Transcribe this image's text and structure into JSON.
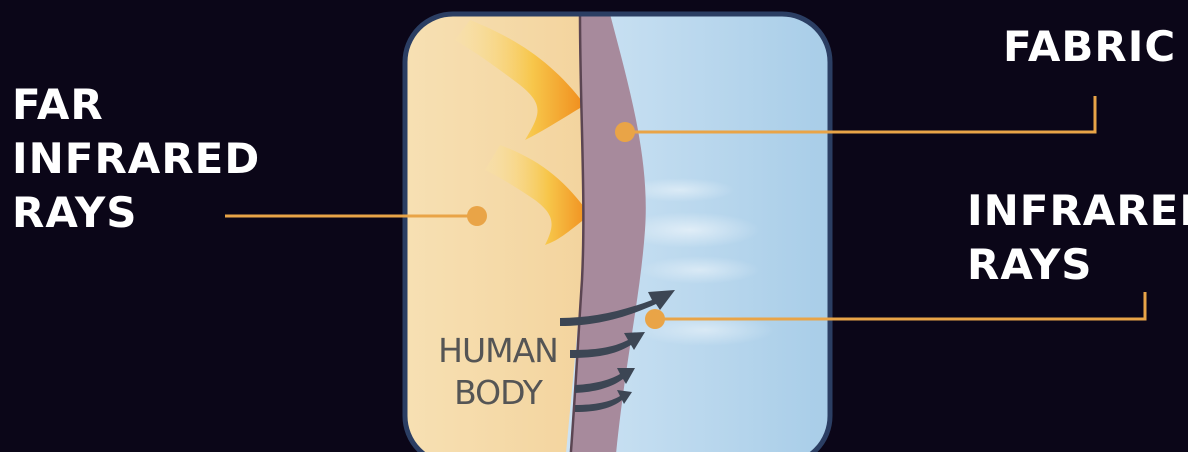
{
  "labels": {
    "far_infrared": [
      "FAR",
      "INFRARED",
      "RAYS"
    ],
    "fabric": "FABRIC",
    "infrared": [
      "INFRARED",
      "RAYS"
    ],
    "human_body": [
      "HUMAN",
      "BODY"
    ]
  },
  "colors": {
    "background": "#0b0618",
    "accent_orange": "#e9a447",
    "skin": "#f6dfb5",
    "fabric": "#a78a9c",
    "cool_side": "#cfe5f4",
    "frame_border": "#2b3e63"
  }
}
